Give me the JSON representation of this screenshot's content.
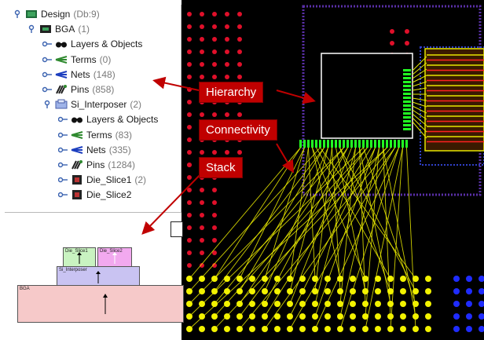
{
  "tree": {
    "items": [
      {
        "label": "Design",
        "count": "(Db:9)",
        "icon": "design-chip-icon",
        "level": 0
      },
      {
        "label": "BGA",
        "count": "(1)",
        "icon": "bga-chip-icon",
        "level": 1
      },
      {
        "label": "Layers & Objects",
        "count": "",
        "icon": "glasses-icon",
        "level": 2
      },
      {
        "label": "Terms",
        "count": "(0)",
        "icon": "terms-icon",
        "level": 2
      },
      {
        "label": "Nets",
        "count": "(148)",
        "icon": "nets-icon",
        "level": 2
      },
      {
        "label": "Pins",
        "count": "(858)",
        "icon": "pins-icon",
        "level": 2
      },
      {
        "label": "Si_Interposer",
        "count": "(2)",
        "icon": "interposer-icon",
        "level": 2
      },
      {
        "label": "Layers & Objects",
        "count": "",
        "icon": "glasses-icon",
        "level": 3
      },
      {
        "label": "Terms",
        "count": "(83)",
        "icon": "terms-icon",
        "level": 3
      },
      {
        "label": "Nets",
        "count": "(335)",
        "icon": "nets-icon",
        "level": 3
      },
      {
        "label": "Pins",
        "count": "(1284)",
        "icon": "pins-icon",
        "level": 3
      },
      {
        "label": "Die_Slice1",
        "count": "(2)",
        "icon": "die-icon",
        "level": 3
      },
      {
        "label": "Die_Slice2",
        "count": "",
        "icon": "die-icon",
        "level": 3
      }
    ]
  },
  "callouts": {
    "hierarchy": "Hierarchy",
    "connectivity": "Connectivity",
    "stack": "Stack"
  },
  "stack": {
    "die1": "Die_Slice1",
    "die2": "Die_Slice2",
    "interposer": "Si_Interposer",
    "bga": "BGA"
  },
  "colors": {
    "callout": "#c00000",
    "background": "#000000",
    "ball_red": "#e0102a",
    "ball_yellow": "#f2f200",
    "ball_blue": "#1f2cff",
    "trace_yellow": "#e6e600",
    "trace_green": "#22ff22"
  }
}
